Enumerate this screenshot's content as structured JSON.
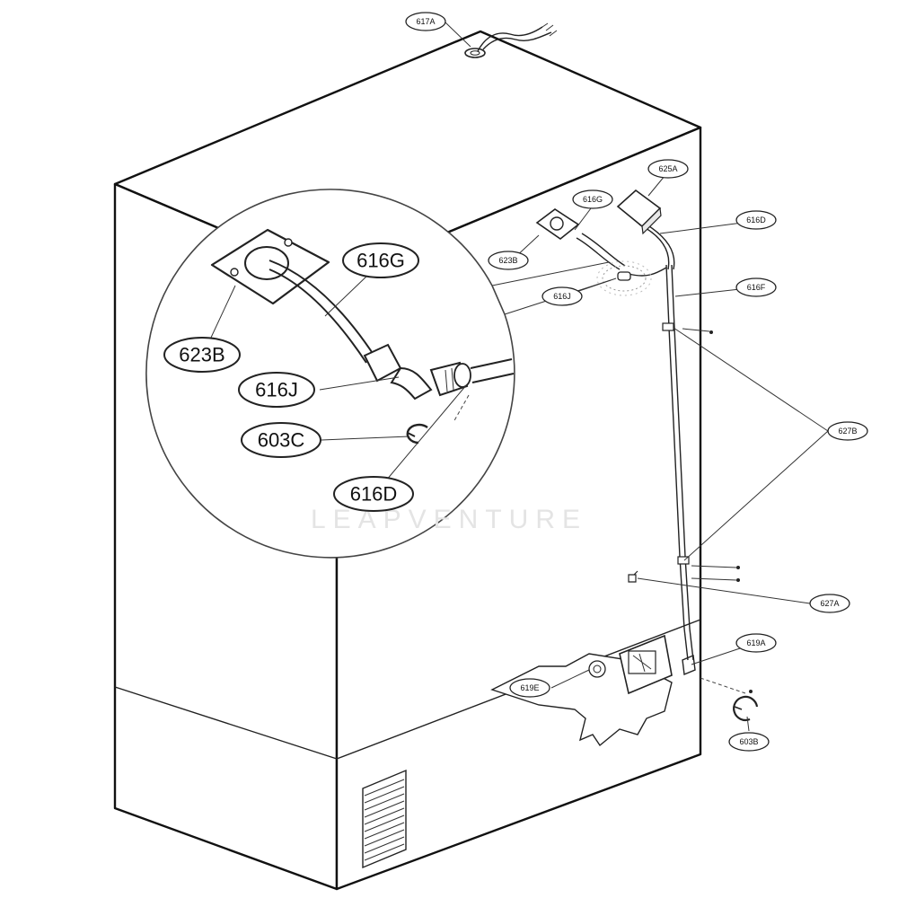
{
  "watermark": "LEAPVENTURE",
  "callouts": {
    "c617A": "617A",
    "c625A": "625A",
    "c616G": "616G",
    "c616D": "616D",
    "c623B": "623B",
    "c616F": "616F",
    "c616J": "616J",
    "c627B": "627B",
    "c627A": "627A",
    "c619A": "619A",
    "c619E": "619E",
    "c603B": "603B"
  },
  "detail": {
    "d623B": "623B",
    "d616G": "616G",
    "d616J": "616J",
    "d603C": "603C",
    "d616D": "616D"
  }
}
